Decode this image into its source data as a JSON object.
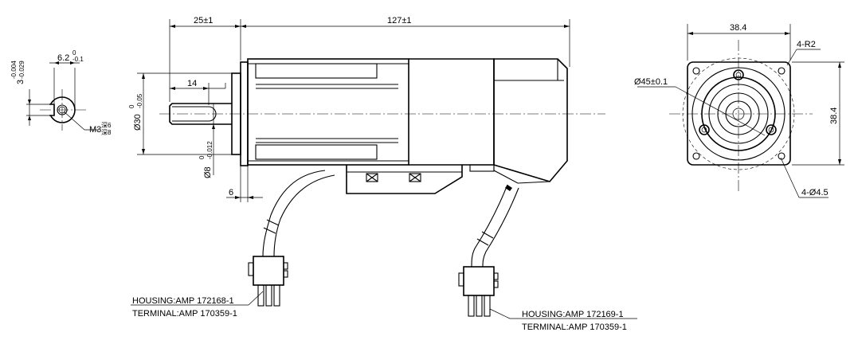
{
  "dimensions": {
    "shaft_length": "25±1",
    "body_length": "127±1",
    "flange_width": "38.4",
    "flange_height": "38.4",
    "corner_radius": "4-R2",
    "pilot_diameter": "Ø45±0.1",
    "mount_holes": "4-Ø4.5",
    "key_length": "14",
    "flange_thickness": "6",
    "key_width_main": "6.2",
    "key_width_tol_upper": "0",
    "key_width_tol_lower": "-0.1",
    "key_depth_main": "3",
    "key_depth_tol_upper": "-0.004",
    "key_depth_tol_lower": "-0.029",
    "thread_main": "M3",
    "thread_upper": "深6",
    "thread_lower": "深8",
    "boss_diameter_main": "Ø30",
    "boss_tol_upper": "0",
    "boss_tol_lower": "-0.05",
    "shaft_diameter_main": "Ø8",
    "shaft_tol_upper": "0",
    "shaft_tol_lower": "-0.012"
  },
  "connectors": {
    "left_housing": "HOUSING:AMP 172168-1",
    "left_terminal": "TERMINAL:AMP 170359-1",
    "right_housing": "HOUSING:AMP 172169-1",
    "right_terminal": "TERMINAL:AMP 170359-1"
  }
}
